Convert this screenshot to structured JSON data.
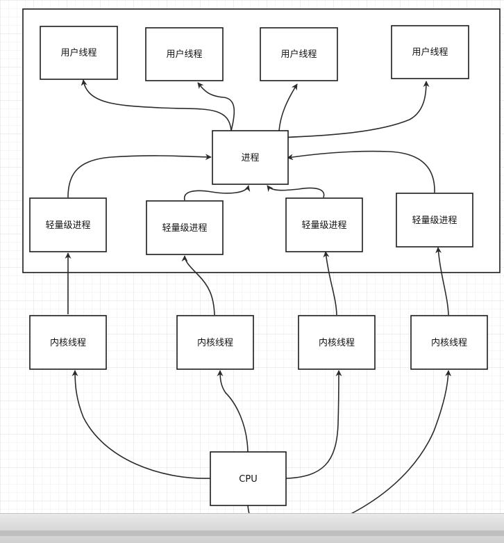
{
  "diagram": {
    "nodes": [
      {
        "id": "u1",
        "label": "用户线程"
      },
      {
        "id": "u2",
        "label": "用户线程"
      },
      {
        "id": "u3",
        "label": "用户线程"
      },
      {
        "id": "u4",
        "label": "用户线程"
      },
      {
        "id": "proc",
        "label": "进程"
      },
      {
        "id": "l1",
        "label": "轻量级进程"
      },
      {
        "id": "l2",
        "label": "轻量级进程"
      },
      {
        "id": "l3",
        "label": "轻量级进程"
      },
      {
        "id": "l4",
        "label": "轻量级进程"
      },
      {
        "id": "k1",
        "label": "内核线程"
      },
      {
        "id": "k2",
        "label": "内核线程"
      },
      {
        "id": "k3",
        "label": "内核线程"
      },
      {
        "id": "k4",
        "label": "内核线程"
      },
      {
        "id": "cpu",
        "label": "CPU"
      }
    ],
    "edges": [
      {
        "from": "proc",
        "to": "u1"
      },
      {
        "from": "proc",
        "to": "u2"
      },
      {
        "from": "proc",
        "to": "u3"
      },
      {
        "from": "proc",
        "to": "u4"
      },
      {
        "from": "l1",
        "to": "proc"
      },
      {
        "from": "l2",
        "to": "proc"
      },
      {
        "from": "l3",
        "to": "proc"
      },
      {
        "from": "l4",
        "to": "proc"
      },
      {
        "from": "k1",
        "to": "l1"
      },
      {
        "from": "k2",
        "to": "l2"
      },
      {
        "from": "k3",
        "to": "l3"
      },
      {
        "from": "k4",
        "to": "l4"
      },
      {
        "from": "cpu",
        "to": "k1"
      },
      {
        "from": "cpu",
        "to": "k2"
      },
      {
        "from": "cpu",
        "to": "k3"
      },
      {
        "from": "cpu",
        "to": "k4"
      }
    ]
  }
}
